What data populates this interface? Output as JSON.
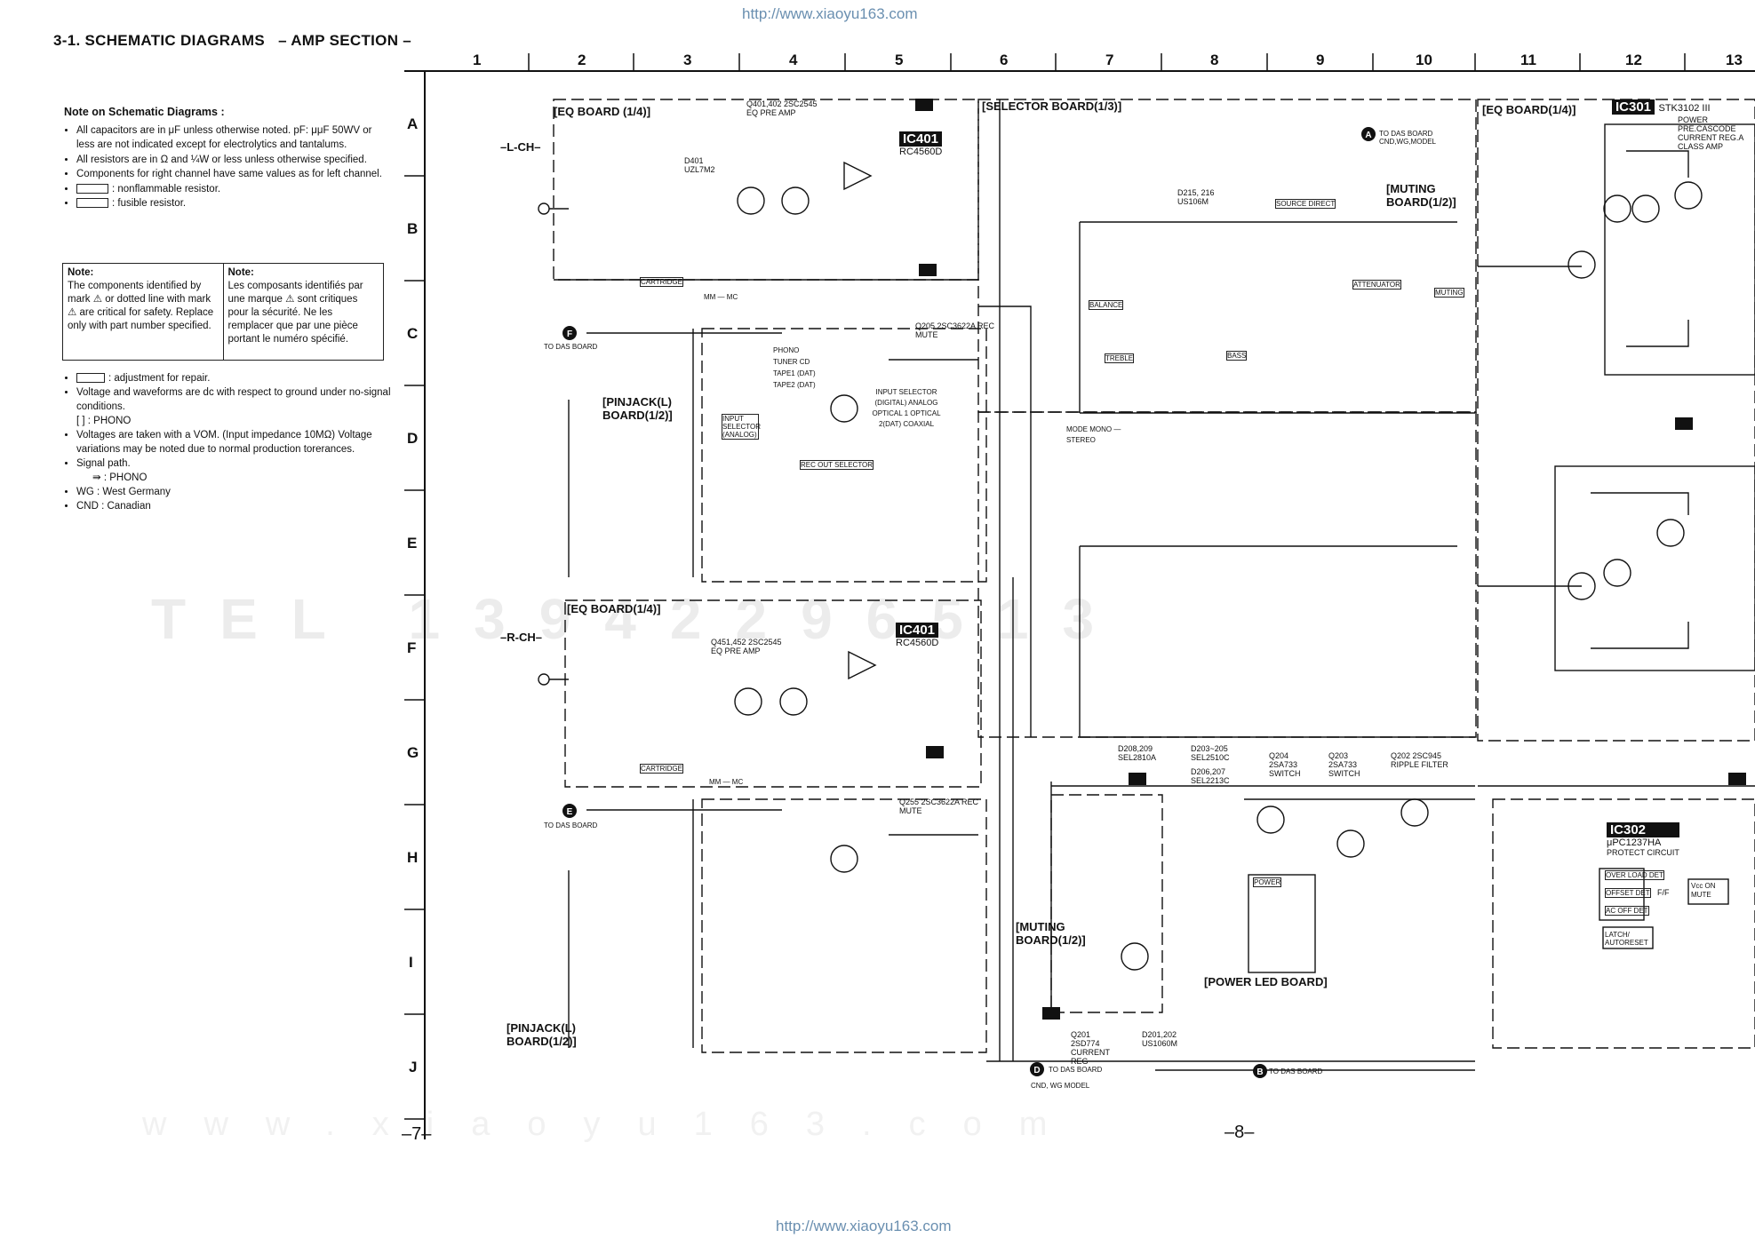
{
  "header": {
    "url_top": "http://www.xiaoyu163.com",
    "url_bottom": "http://www.xiaoyu163.com",
    "title": "3-1. SCHEMATIC DIAGRAMS",
    "section": "– AMP SECTION –"
  },
  "notes": {
    "heading": "Note on Schematic Diagrams :",
    "items": [
      "All capacitors are in μF unless otherwise noted. pF: μμF 50WV or less are not indicated except for electrolytics and tantalums.",
      "All resistors are in Ω and ¼W or less unless otherwise specified.",
      "Components for right channel have same values as for left channel.",
      ": nonflammable resistor.",
      ": fusible resistor."
    ],
    "box_en_title": "Note:",
    "box_en": "The components identified by mark ⚠ or dotted line with mark ⚠ are critical for safety. Replace only with part number specified.",
    "box_fr_title": "Note:",
    "box_fr": "Les composants identifiés par une marque ⚠ sont critiques pour la sécurité. Ne les remplacer que par une pièce portant le numéro spécifié.",
    "items2": [
      ": adjustment for repair.",
      "Voltage and waveforms are dc with respect to ground under no-signal conditions.",
      "[      ] : PHONO",
      "Voltages are taken with a VOM. (Input impedance 10MΩ) Voltage variations may be noted due to normal production torerances.",
      "Signal path.",
      "⇛ : PHONO",
      "WG  :  West Germany",
      "CND :  Canadian"
    ]
  },
  "grid": {
    "columns": [
      "1",
      "2",
      "3",
      "4",
      "5",
      "6",
      "7",
      "8",
      "9",
      "10",
      "11",
      "12",
      "13"
    ],
    "rows": [
      "A",
      "B",
      "C",
      "D",
      "E",
      "F",
      "G",
      "H",
      "I",
      "J"
    ],
    "page_left": "–7–",
    "page_right": "–8–"
  },
  "watermarks": [
    "TEL 13942296513",
    "www.xiaoyu163.com"
  ],
  "boards": {
    "eq_board_top": "[EQ BOARD (1/4)]",
    "eq_board_mid": "[EQ BOARD(1/4)]",
    "selector_board": "[SELECTOR BOARD(1/3)]",
    "eq_board_right": "[EQ BOARD(1/4)]",
    "muting_board_top": "[MUTING BOARD(1/2)]",
    "muting_board_bottom": "[MUTING BOARD(1/2)]",
    "pinjack_top": "[PINJACK(L) BOARD(1/2)]",
    "pinjack_bottom": "[PINJACK(L) BOARD(1/2)]",
    "power_led": "[POWER LED BOARD]",
    "l_ch": "–L-CH–",
    "r_ch": "–R-CH–"
  },
  "ics": {
    "ic401_top": "IC401",
    "ic401_top_part": "RC4560D",
    "ic401_mid": "IC401",
    "ic401_mid_part": "RC4560D",
    "ic301": "IC301",
    "ic301_part": "STK3102 III",
    "ic301_desc": "POWER PRE.CASCODE CURRENT REG.A CLASS AMP",
    "ic302": "IC302",
    "ic302_part": "μPC1237HA",
    "ic302_desc": "PROTECT CIRCUIT"
  },
  "labels": {
    "q401": "Q401,402 2SC2545 EQ PRE AMP",
    "q451": "Q451,452 2SC2545 EQ PRE AMP",
    "d401": "D401 UZL7M2",
    "q205": "Q205 2SC3622A REC MUTE",
    "q255": "Q255 2SC3622A REC MUTE",
    "d215": "D215, 216 US106M",
    "d208": "D208,209 SEL2810A",
    "d203": "D203~205 SEL2510C",
    "d206": "D206,207 SEL2213C",
    "q204": "Q204 2SA733 SWITCH",
    "q203": "Q203 2SA733 SWITCH",
    "q202": "Q202 2SC945 RIPPLE FILTER",
    "q201": "Q201 2SD774 CURRENT REG",
    "d201": "D201,202 US1060M",
    "to_das_a": "TO DAS BOARD CND,WG,MODEL",
    "to_das_f": "TO DAS BOARD",
    "to_das_e": "TO DAS BOARD",
    "to_das_d": "TO DAS BOARD",
    "to_das_b": "TO DAS BOARD",
    "cnd_wg": "CND, WG MODEL",
    "input_selector": "INPUT SELECTOR (ANALOG)",
    "rec_out_selector": "REC OUT SELECTOR",
    "source_direct": "SOURCE DIRECT",
    "muting": "MUTING",
    "attenuator": "ATTENUATOR",
    "balance": "BALANCE",
    "treble": "TREBLE",
    "bass": "BASS",
    "phono_tuner": "PHONO TUNER CD TAPE1 (DAT) TAPE2 (DAT)",
    "digital_sel": "INPUT SELECTOR (DIGITAL) ANALOG OPTICAL 1 OPTICAL 2(DAT) COAXIAL",
    "mode": "MODE MONO — STEREO",
    "over_load": "OVER LOAD DET",
    "offset": "OFFSET DET",
    "ac_off": "AC OFF DET",
    "ff": "F/F",
    "vcc_mute": "Vcc ON MUTE",
    "latch": "LATCH/ AUTORESET",
    "power": "POWER",
    "cartridge": "CARTRIDGE",
    "mm_mc": "MM — MC"
  }
}
